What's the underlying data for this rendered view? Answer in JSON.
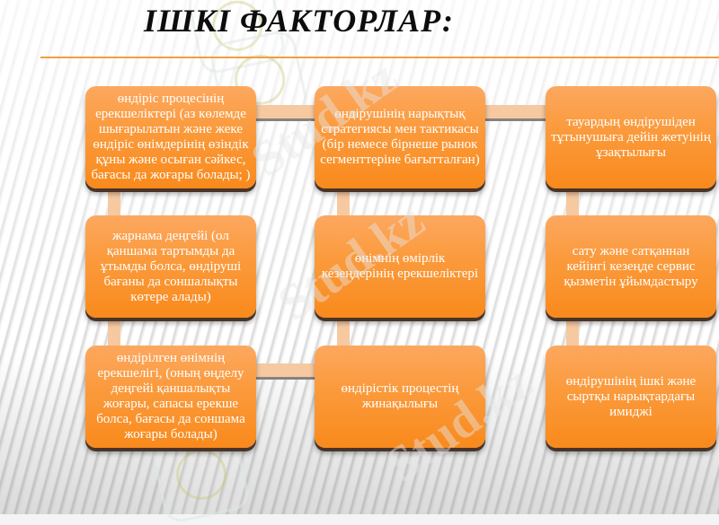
{
  "slide": {
    "title": "ІШКІ ФАКТОРЛАР:",
    "colors": {
      "box_fill": "#fb9b3e",
      "box_shadow": "#4a3428",
      "connector": "#f7c9a0",
      "title_rule": "#f0a040",
      "text": "#ffffff"
    },
    "watermark": "Stud.kz"
  },
  "factors": {
    "col1": [
      {
        "text": "өндіріс процесінің ерекшеліктері (аз көлемде шығарылатын және жеке өндіріс өнімдерінің өзіндік құны және осыған сәйкес, бағасы да жоғары болады; )"
      },
      {
        "text": "жарнама деңгейі (ол қаншама тартымды да ұтымды болса, өндіруші бағаны да соншалықты көтере алады)"
      },
      {
        "text": "өндірілген өнімнің ерекшелігі, (оның өңделу деңгейі қаншалықты жоғары, сапасы ерекше болса, бағасы да соншама жоғары болады)"
      }
    ],
    "col2": [
      {
        "text": "өндірушінің нарықтық стратегиясы мен тактикасы (бір немесе бірнеше рынок сегменттеріне бағытталған)"
      },
      {
        "text": "өнімнің өмірлік кезеңдерінің ерекшеліктері"
      },
      {
        "text": "өндірістік процестің жинақылығы"
      }
    ],
    "col3": [
      {
        "text": "тауардың өндірушіден тұтынушыға дейін жетуінің ұзақтылығы"
      },
      {
        "text": "сату және сатқаннан кейінгі кезеңде сервис қызметін ұйымдастыру"
      },
      {
        "text": "өндірушінің ішкі және сыртқы нарықтардағы имиджі"
      }
    ]
  }
}
